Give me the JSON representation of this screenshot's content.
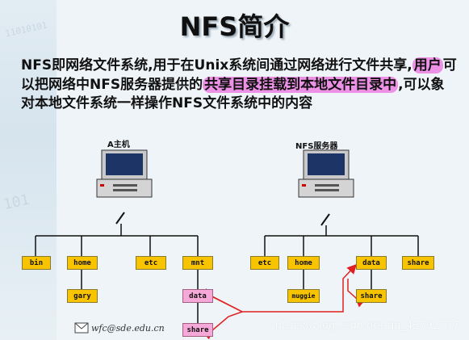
{
  "title": "NFS简介",
  "paragraph": {
    "p1": "NFS即网络文件系统,用于在Unix系统间通过网络进行文件共享,",
    "hl1": "用户",
    "p2": "可以把网络中NFS服务器提供的",
    "hl2": "共享目录挂载到本地文件目录中",
    "p3": ",可以象对本地文件系统一样操作NFS文件系统中的内容"
  },
  "client": {
    "label": "A主机",
    "dirs": [
      "bin",
      "home",
      "etc",
      "mnt"
    ],
    "home_sub": "gary",
    "mnt_sub": [
      "data",
      "share"
    ]
  },
  "server": {
    "label": "NFS服务器",
    "dirs": [
      "etc",
      "home",
      "data",
      "share"
    ],
    "home_sub": "muggie",
    "data_sub": "share"
  },
  "footer": {
    "email": "wfc@sde.edu.cn"
  },
  "watermark": "https://blog.csdn.net/qq_43792777",
  "colors": {
    "highlight": "#ec70e0",
    "dir_box": "#f8c400",
    "mounted_box": "#f6a9d8",
    "arrow": "#e02020"
  }
}
